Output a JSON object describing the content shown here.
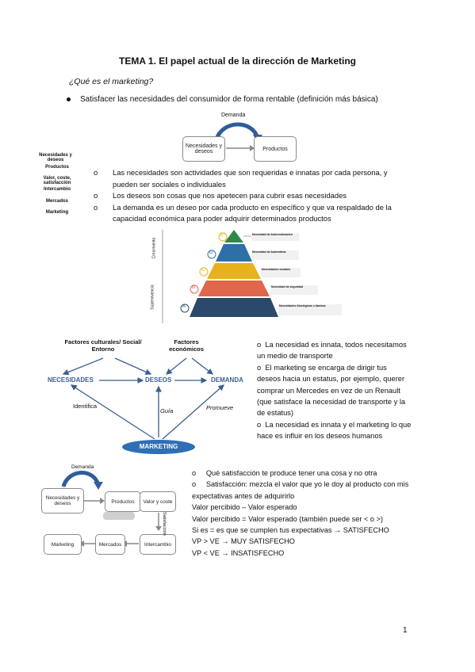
{
  "title": "TEMA 1. El papel actual de la dirección de Marketing",
  "subtitle": "¿Qué es el marketing?",
  "bullet": "Satisfacer las necesidades del consumidor de forma rentable (definición más básica)",
  "diagram1": {
    "top_label": "Demanda",
    "left": "Necesidades y deseos",
    "right": "Productos"
  },
  "side_labels": [
    "Necesidades y deseos",
    "Productos",
    "Valor, coste, satisfacción",
    "Intercambio",
    "Mercados",
    "Marketing"
  ],
  "o_list": [
    "Las necesidades son actividades que son requeridas e innatas por cada persona, y pueden ser sociales o individuales",
    "Los deseos son cosas que nos apetecen para cubrir esas necesidades",
    "La demanda es un deseo por cada producto en específico y que va respaldado de la capacidad económica para poder adquirir determinados productos"
  ],
  "pyramid": {
    "axis_top": "Crecimiento",
    "axis_bottom": "Supervivencia",
    "levels": [
      {
        "letter": "E",
        "label": "Necesidad de Autorrealización",
        "color": "#2f8a4a"
      },
      {
        "letter": "D",
        "label": "Necesidad de Autoestima",
        "color": "#2f6fa8"
      },
      {
        "letter": "C",
        "label": "Necesidades sociales",
        "color": "#e8b21c"
      },
      {
        "letter": "B",
        "label": "Necesidad de seguridad",
        "color": "#e0664c"
      },
      {
        "letter": "A",
        "label": "Necesidades fisiológicas o básicas",
        "color": "#2b4a6b"
      }
    ]
  },
  "diagram2": {
    "factors_left": "Factores culturales/ Social/ Entorno",
    "factors_right": "Factores económicos",
    "needs": "NECESIDADES",
    "wants": "DESEOS",
    "demand": "DEMANDA",
    "identifica": "Identifica",
    "guia": "Guía",
    "promueve": "Promueve",
    "marketing": "MARKETING"
  },
  "right_notes": [
    "La necesidad es innata, todos necesitamos un medio de transporte",
    "El marketing se encarga de dirigir tus deseos hacia un estatus, por ejemplo, querer comprar un Mercedes en vez de un Renault (que satisface la necesidad de transporte y la de estatus)",
    "La necesidad es innata y el marketing lo que hace es influir en los deseos humanos"
  ],
  "diagram3": {
    "demanda": "Demanda",
    "nodes": [
      "Necesidades y deseos",
      "Productos",
      "Valor y coste",
      "Intercambio",
      "Mercados",
      "Marketing"
    ],
    "satisfaccion": "Satisfacción"
  },
  "bottom_o": [
    "Qué satisfacción te produce tener una cosa y no otra",
    "Satisfacción: mezcla el valor que yo le doy al producto con mis expectativas antes de adquirirlo"
  ],
  "bottom_lines": [
    "Valor percibido – Valor esperado",
    "Valor percibido = Valor esperado (también puede ser < o >)",
    "Si es = es que se cumplen tus expectativas → SATISFECHO",
    "VP > VE → MUY SATISFECHO",
    "VP < VE → INSATISFECHO"
  ],
  "page_number": "1"
}
